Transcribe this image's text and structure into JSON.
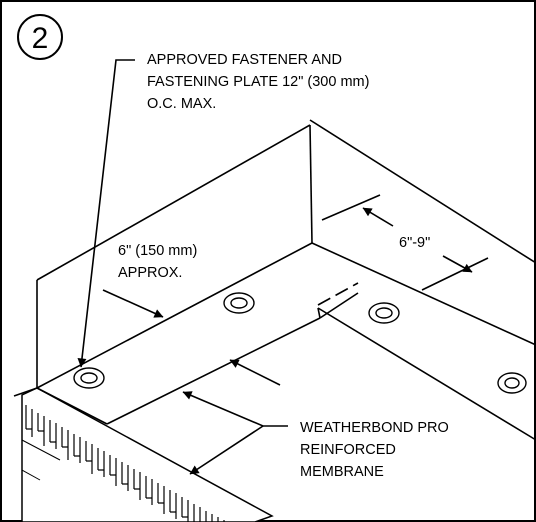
{
  "step": {
    "number": "2"
  },
  "callouts": {
    "fastener": [
      "APPROVED FASTENER AND",
      "FASTENING PLATE 12\" (300 mm)",
      "O.C. MAX."
    ],
    "overlap": [
      "6\" (150 mm)",
      "APPROX."
    ],
    "spacing": "6\"-9\"",
    "membrane": [
      "WEATHERBOND PRO",
      "REINFORCED",
      "MEMBRANE"
    ]
  },
  "colors": {
    "line": "#000000",
    "background": "#ffffff"
  }
}
